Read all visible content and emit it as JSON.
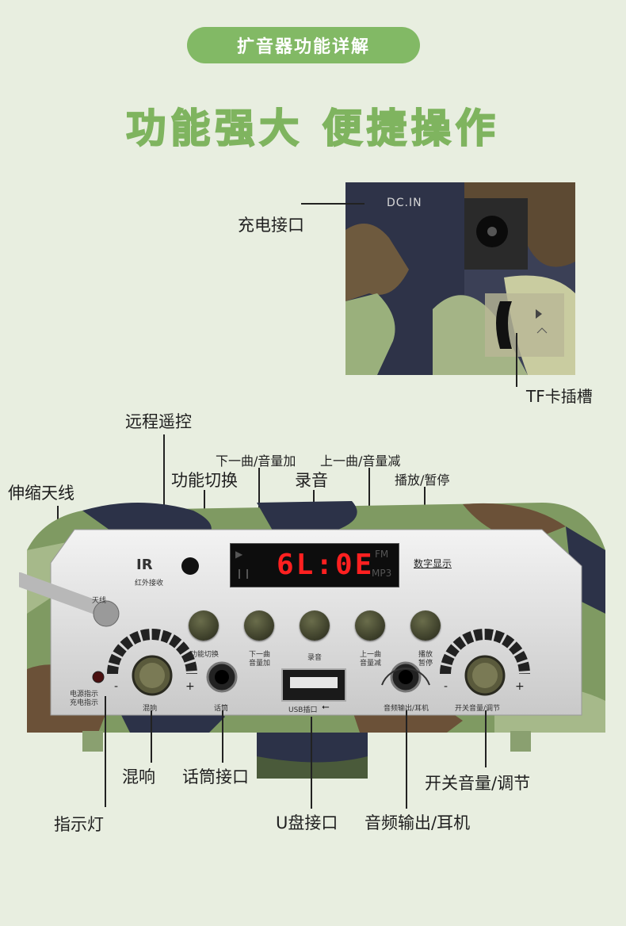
{
  "header": {
    "badge": "扩音器功能详解",
    "headline": "功能强大 便捷操作"
  },
  "labels": {
    "charge_port": "充电接口",
    "tf_slot": "TF卡插槽",
    "remote": "远程遥控",
    "next_track": "下一曲/音量加",
    "prev_track": "上一曲/音量减",
    "antenna": "伸缩天线",
    "function_switch": "功能切换",
    "record": "录音",
    "play_pause": "播放/暂停",
    "reverb": "混响",
    "mic_port": "话筒接口",
    "power_volume": "开关音量/调节",
    "indicator": "指示灯",
    "usb_port": "U盘接口",
    "audio_out": "音频输出/耳机"
  },
  "photo_labels": {
    "dcin": "DC.IN"
  },
  "panel": {
    "ir_label": "红外接收",
    "antenna": "天线",
    "display_label": "数字显示",
    "lcd_digits": "6L:0E",
    "lcd_fm": "FM",
    "lcd_mp3": "MP3",
    "btn_function": "功能切换",
    "btn_next_1": "下一曲",
    "btn_next_2": "音量加",
    "btn_record": "录音",
    "btn_prev_1": "上一曲",
    "btn_prev_2": "音量减",
    "btn_play_1": "播放",
    "btn_play_2": "暂停",
    "led_1": "电源指示",
    "led_2": "充电指示",
    "knob_reverb": "混响",
    "mic": "话筒",
    "usb": "USB插口",
    "audio": "音频输出/耳机",
    "knob_volume": "开关音量/调节",
    "minus": "-",
    "plus": "+"
  },
  "colors": {
    "accent_green": "#82b965",
    "headline_green": "#7fb45f",
    "lcd_red": "#ff2020"
  }
}
